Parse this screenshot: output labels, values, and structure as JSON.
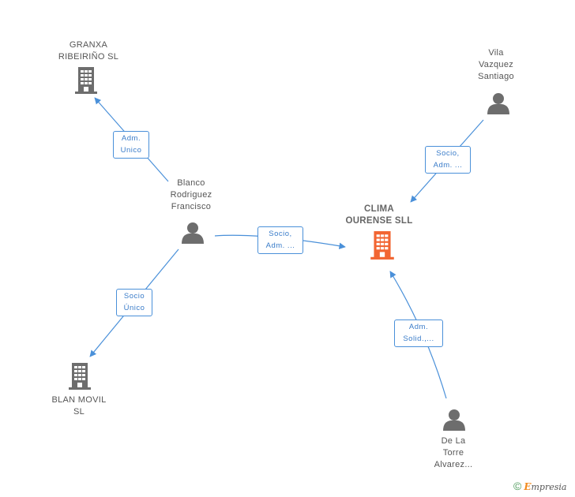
{
  "nodes": {
    "granxa": {
      "line1": "GRANXA",
      "line2": "RIBEIRIÑO SL"
    },
    "vila": {
      "line1": "Vila",
      "line2": "Vazquez",
      "line3": "Santiago"
    },
    "blanco": {
      "line1": "Blanco",
      "line2": "Rodriguez",
      "line3": "Francisco"
    },
    "clima": {
      "line1": "CLIMA",
      "line2": "OURENSE SLL"
    },
    "blanmovil": {
      "line1": "BLAN MOVIL",
      "line2": "SL"
    },
    "delatorre": {
      "line1": "De La",
      "line2": "Torre",
      "line3": "Alvarez..."
    }
  },
  "edges": {
    "blanco_granxa": {
      "line1": "Adm.",
      "line2": "Unico"
    },
    "vila_clima": {
      "line1": "Socio,",
      "line2": "Adm. ..."
    },
    "blanco_clima": {
      "line1": "Socio,",
      "line2": "Adm. ..."
    },
    "blanco_blanmovil": {
      "line1": "Socio",
      "line2": "Único"
    },
    "delatorre_clima": {
      "line1": "Adm.",
      "line2": "Solid.,..."
    }
  },
  "colors": {
    "edge": "#4a90d9",
    "company_icon": "#6d6d6d",
    "main_company_icon": "#f26532",
    "person_icon": "#6d6d6d"
  },
  "footer": {
    "copyright": "©",
    "brand_initial": "E",
    "brand_rest": "mpresia"
  }
}
